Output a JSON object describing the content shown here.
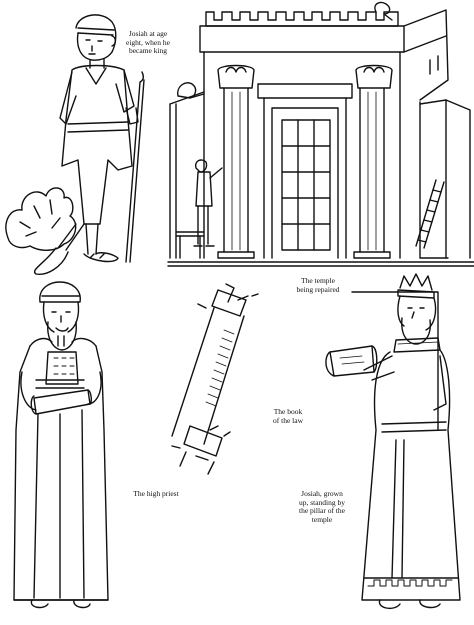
{
  "captions": {
    "young_josiah": "Josiah at age\neight, when he\nbecame king",
    "temple": "The temple\nbeing repaired",
    "book": "The book\nof the law",
    "high_priest": "The high priest",
    "old_josiah": "Josiah, grown\nup, standing by\nthe pillar of the\ntemple"
  },
  "colors": {
    "ink": "#111111",
    "paper": "#ffffff"
  }
}
